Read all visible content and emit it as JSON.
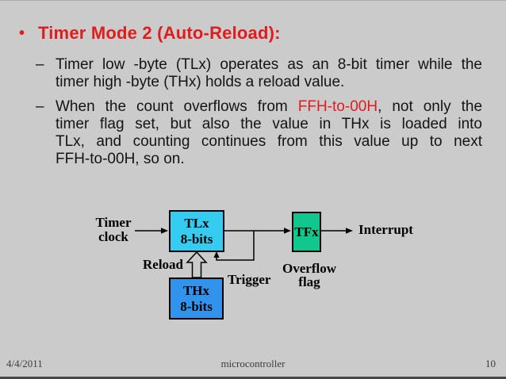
{
  "title": {
    "bullet_glyph": "•",
    "text": "Timer Mode 2 (Auto-Reload):"
  },
  "bullets": {
    "item1": {
      "dash": "–",
      "line1": "Timer low -byte (TLx) operates as an 8-bit timer while the",
      "line2": "timer high -byte (THx) holds a reload value."
    },
    "item2": {
      "dash": "–",
      "line1_before": "When the count overflows from ",
      "line1_highlight": "FFH-to-00H",
      "line1_after": ", not only the",
      "line2": "timer flag set, but also the value in THx is loaded into",
      "line3": "TLx, and counting continues from this value up to next",
      "line4": "FFH-to-00H, so on."
    }
  },
  "diagram": {
    "tlx_box": {
      "line1": "TLx",
      "line2": "8-bits",
      "fill": "#36ccf2"
    },
    "tfx_box": {
      "label": "TFx",
      "fill": "#10c88e"
    },
    "thx_box": {
      "line1": "THx",
      "line2": "8-bits",
      "fill": "#3193ec"
    },
    "labels": {
      "timer_clock_line1": "Timer",
      "timer_clock_line2": "clock",
      "reload": "Reload",
      "trigger": "Trigger",
      "overflow_line1": "Overflow",
      "overflow_line2": "flag",
      "interrupt": "Interrupt"
    }
  },
  "footer": {
    "date": "4/4/2011",
    "center_text": "microcontroller",
    "page_number": "10"
  },
  "colors": {
    "background": "#cbcbcb",
    "title_red": "#e01c1c",
    "highlight_red": "#e01c1c",
    "body_text": "#141414",
    "tlx_cyan": "#36ccf2",
    "thx_blue": "#3193ec",
    "tfx_green": "#10c88e"
  }
}
